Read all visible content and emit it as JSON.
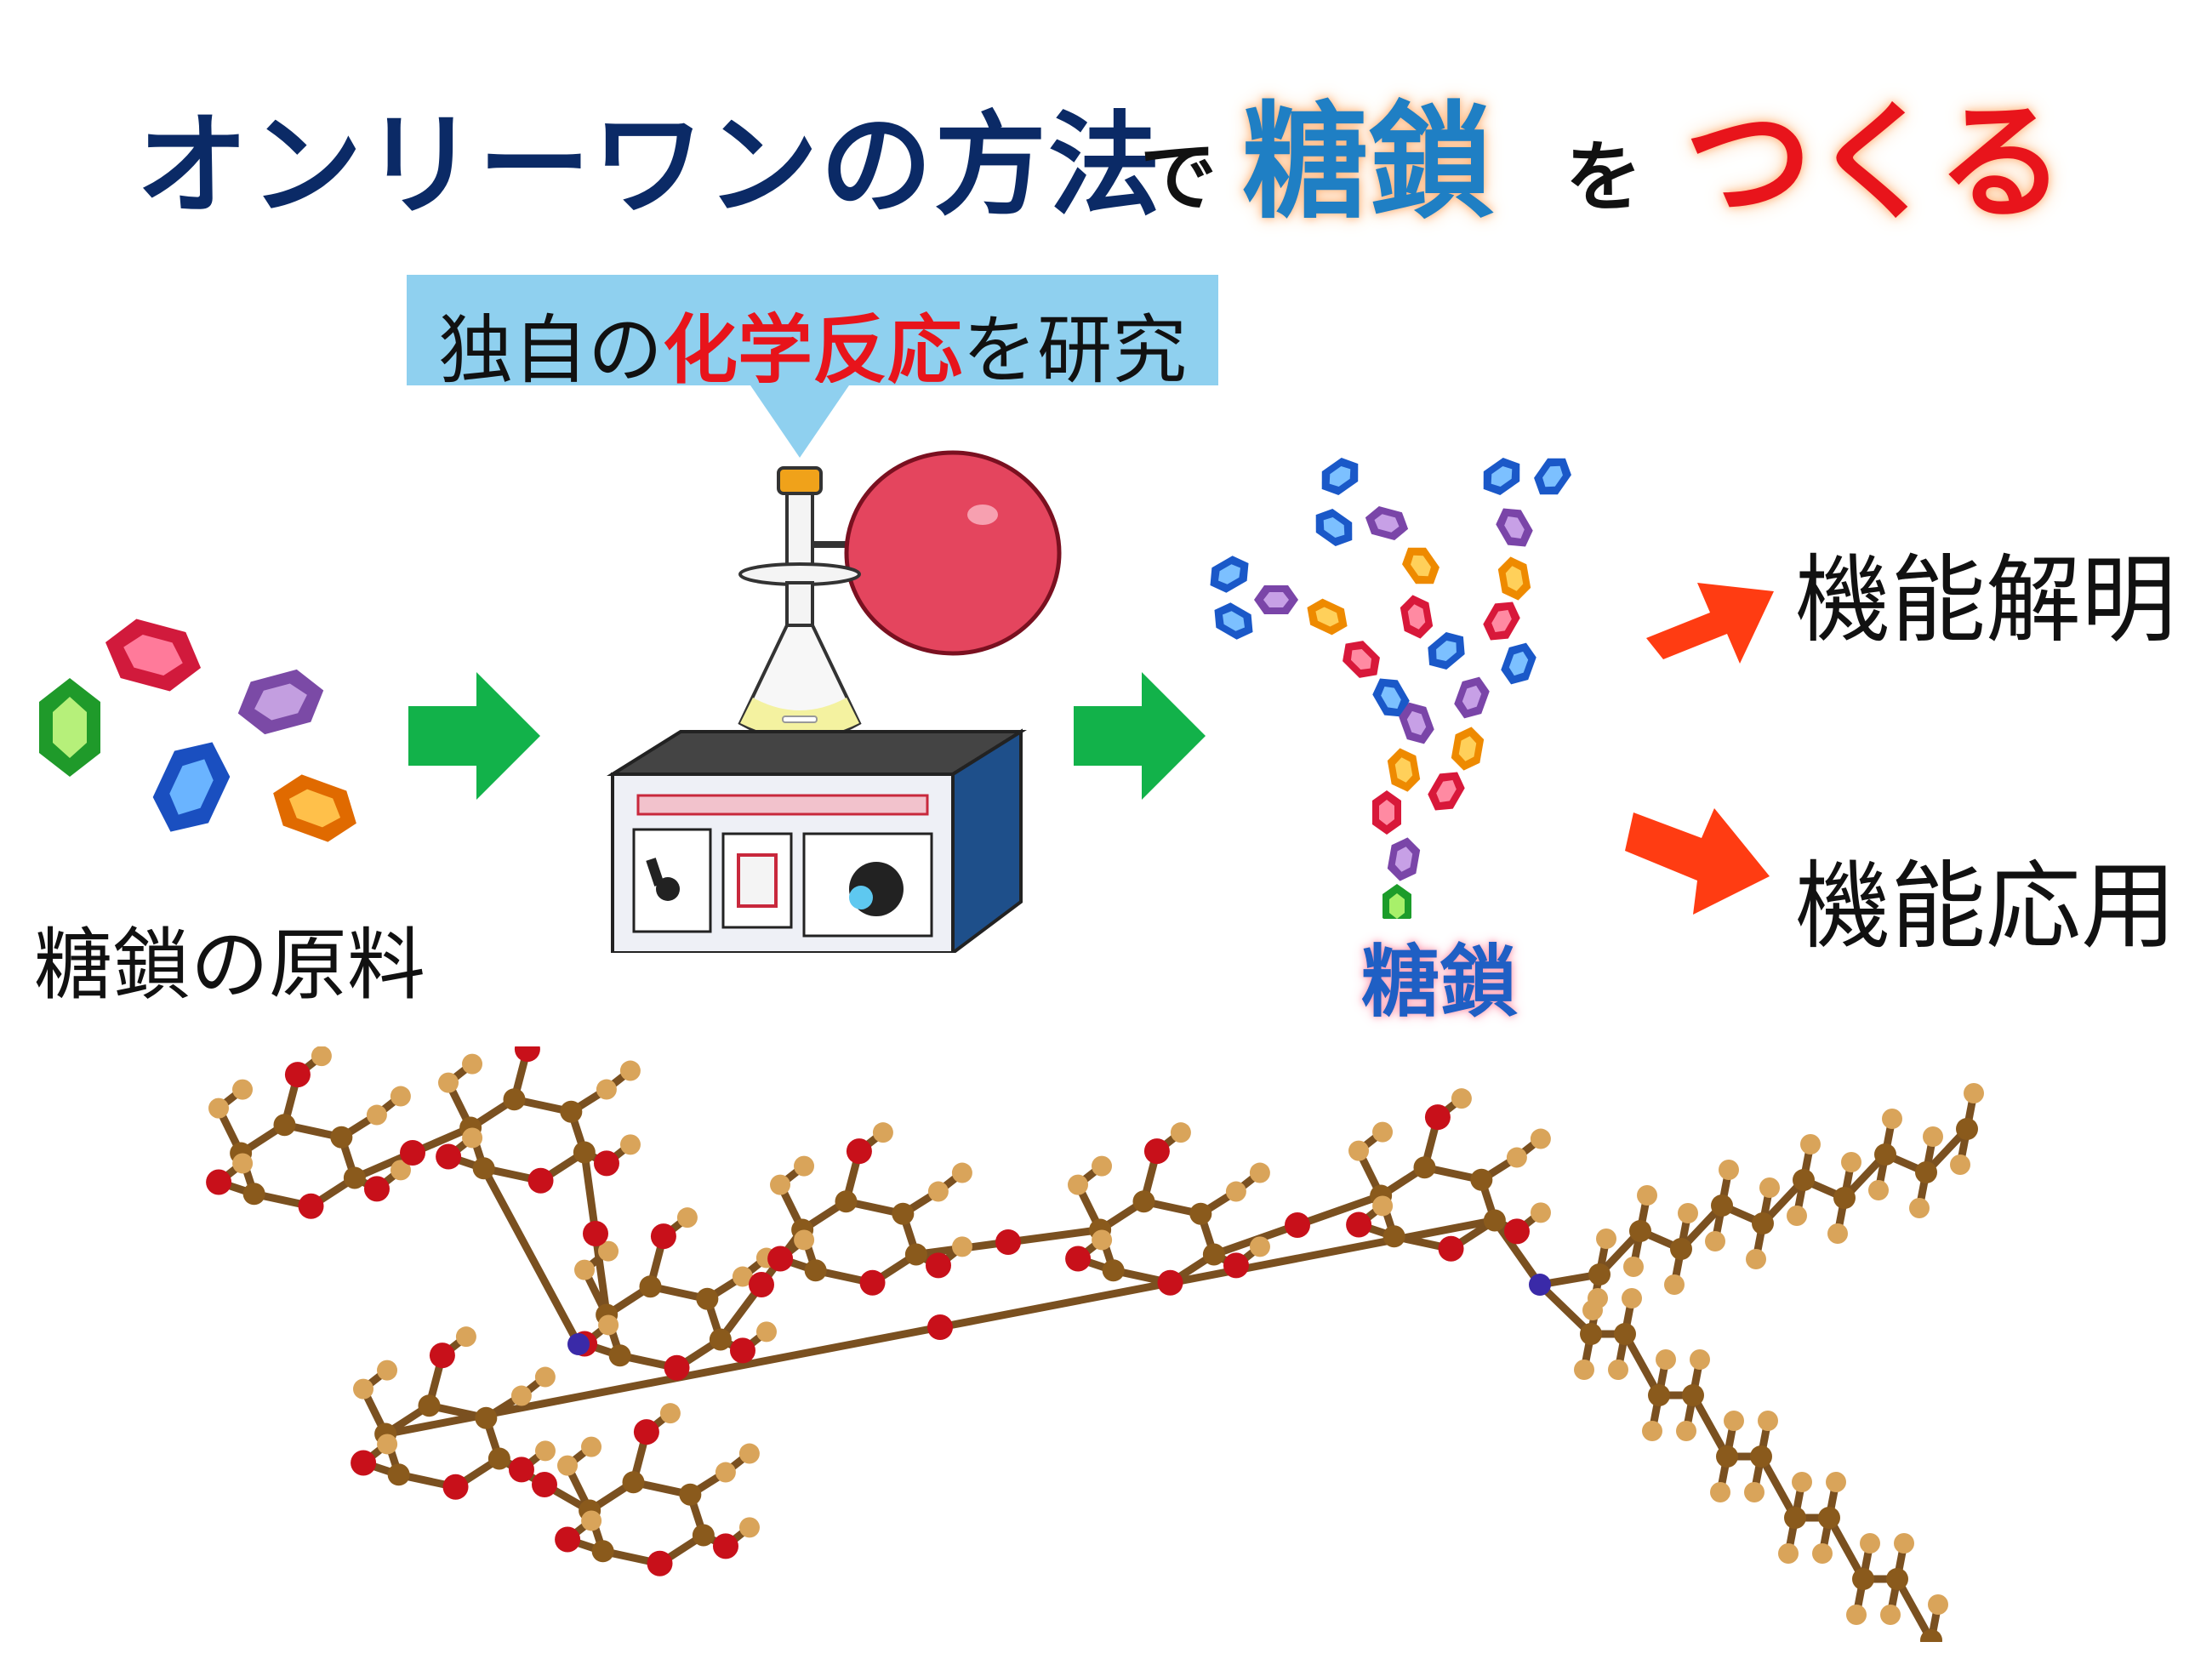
{
  "title": {
    "main": "オンリーワンの方法",
    "de": "で",
    "toka": "糖鎖",
    "wo": "を",
    "tsukuru": "つくる"
  },
  "callout": {
    "before": "独自の",
    "highlight": "化学反応",
    "after": "を研究"
  },
  "labels": {
    "raw_material": "糖鎖の原料",
    "sugar_chain": "糖鎖",
    "function_1": "機能解明",
    "function_2": "機能応用"
  },
  "colors": {
    "title_navy": "#0b2a66",
    "toka_blue": "#1f7fc4",
    "accent_red": "#e8141b",
    "callout_bg": "#8fd0ef",
    "arrow_green": "#12b24a",
    "arrow_orange": "#ff3c12",
    "atom_carbon": "#8a5a1c",
    "atom_hydrogen": "#d9a45a",
    "atom_oxygen": "#c8101a",
    "atom_nitrogen": "#3a2aa8"
  },
  "icons": {
    "gem_raw": "hexagon-gem-icon",
    "flask": "reaction-flask-icon",
    "stirrer": "stirrer-hotplate-icon",
    "balloon": "balloon-icon",
    "arrow_process": "right-arrow-icon",
    "molecule": "ball-and-stick-molecule"
  }
}
